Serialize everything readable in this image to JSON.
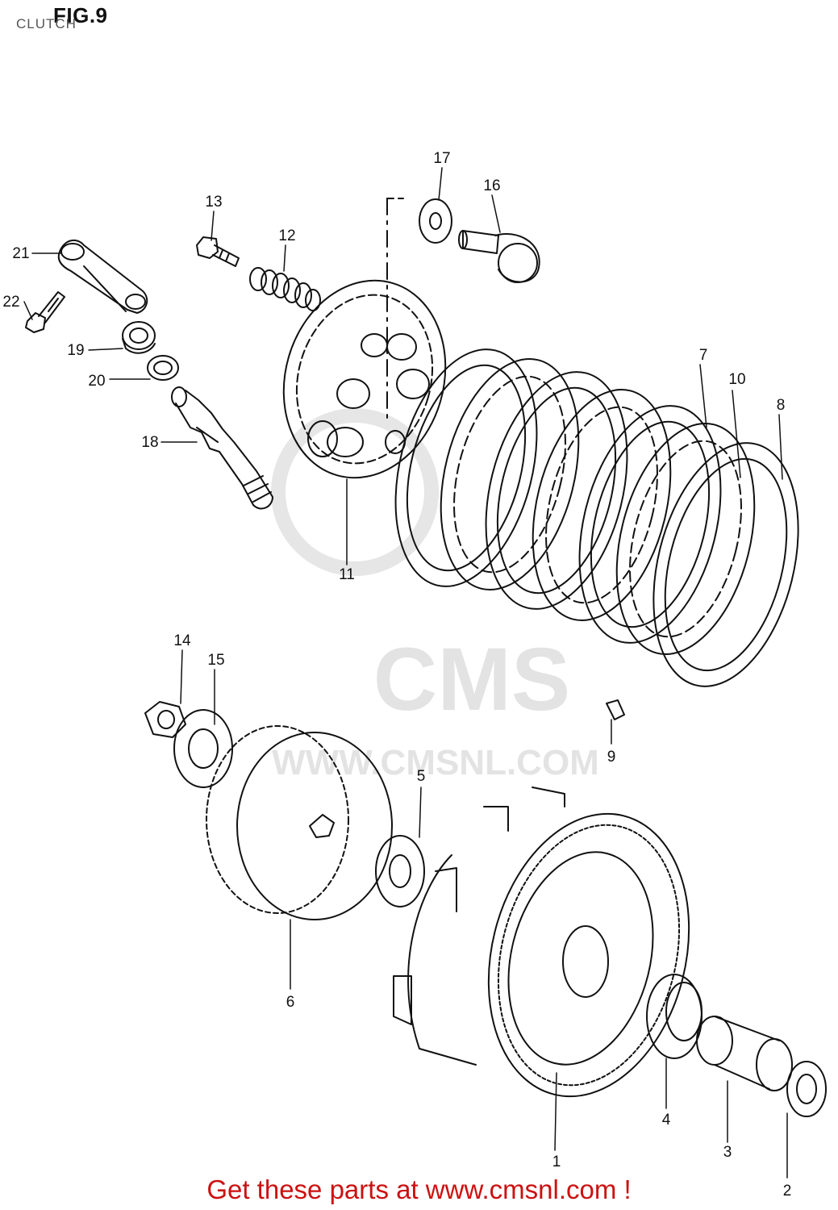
{
  "header": {
    "figure": "FIG.9",
    "subtitle": "CLUTCH"
  },
  "watermark": {
    "brand": "CMS",
    "url": "WWW.CMSNL.COM"
  },
  "footer": {
    "text": "Get these parts at www.cmsnl.com !"
  },
  "colors": {
    "line": "#111111",
    "footer": "#cc1111",
    "watermark": "#e3e3e3"
  },
  "callouts": [
    {
      "num": "1"
    },
    {
      "num": "2"
    },
    {
      "num": "3"
    },
    {
      "num": "4"
    },
    {
      "num": "5"
    },
    {
      "num": "6"
    },
    {
      "num": "7"
    },
    {
      "num": "8"
    },
    {
      "num": "9"
    },
    {
      "num": "10"
    },
    {
      "num": "11"
    },
    {
      "num": "12"
    },
    {
      "num": "13"
    },
    {
      "num": "14"
    },
    {
      "num": "15"
    },
    {
      "num": "16"
    },
    {
      "num": "17"
    },
    {
      "num": "18"
    },
    {
      "num": "19"
    },
    {
      "num": "20"
    },
    {
      "num": "21"
    },
    {
      "num": "22"
    }
  ]
}
